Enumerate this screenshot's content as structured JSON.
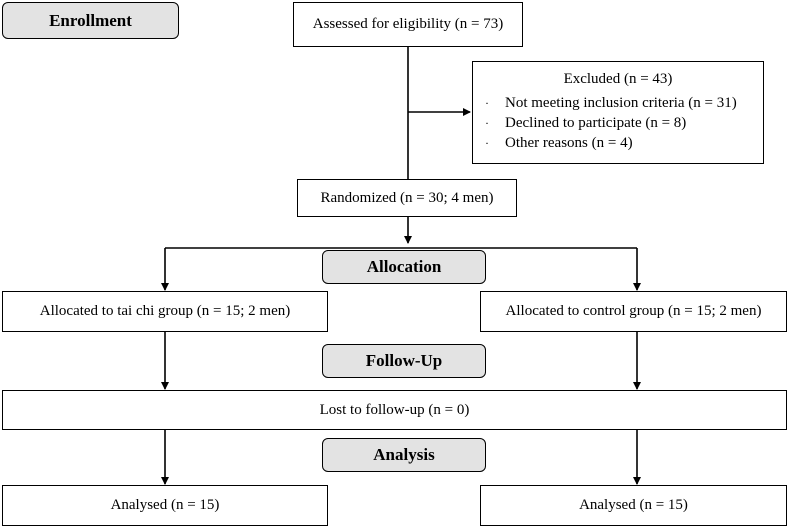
{
  "stages": {
    "enrollment": "Enrollment",
    "allocation": "Allocation",
    "followup": "Follow-Up",
    "analysis": "Analysis"
  },
  "boxes": {
    "assessed": "Assessed for eligibility (n = 73)",
    "excluded": {
      "title": "Excluded (n = 43)",
      "bullet": "·",
      "reasons": [
        "Not meeting inclusion criteria (n = 31)",
        "Declined to participate (n = 8)",
        "Other reasons (n = 4)"
      ]
    },
    "randomized": "Randomized (n = 30; 4 men)",
    "alloc_taichi": "Allocated to tai chi group (n = 15; 2 men)",
    "alloc_control": "Allocated to control group (n = 15; 2 men)",
    "lost": "Lost to follow-up (n = 0)",
    "analysed_left": "Analysed (n = 15)",
    "analysed_right": "Analysed  (n = 15)"
  }
}
